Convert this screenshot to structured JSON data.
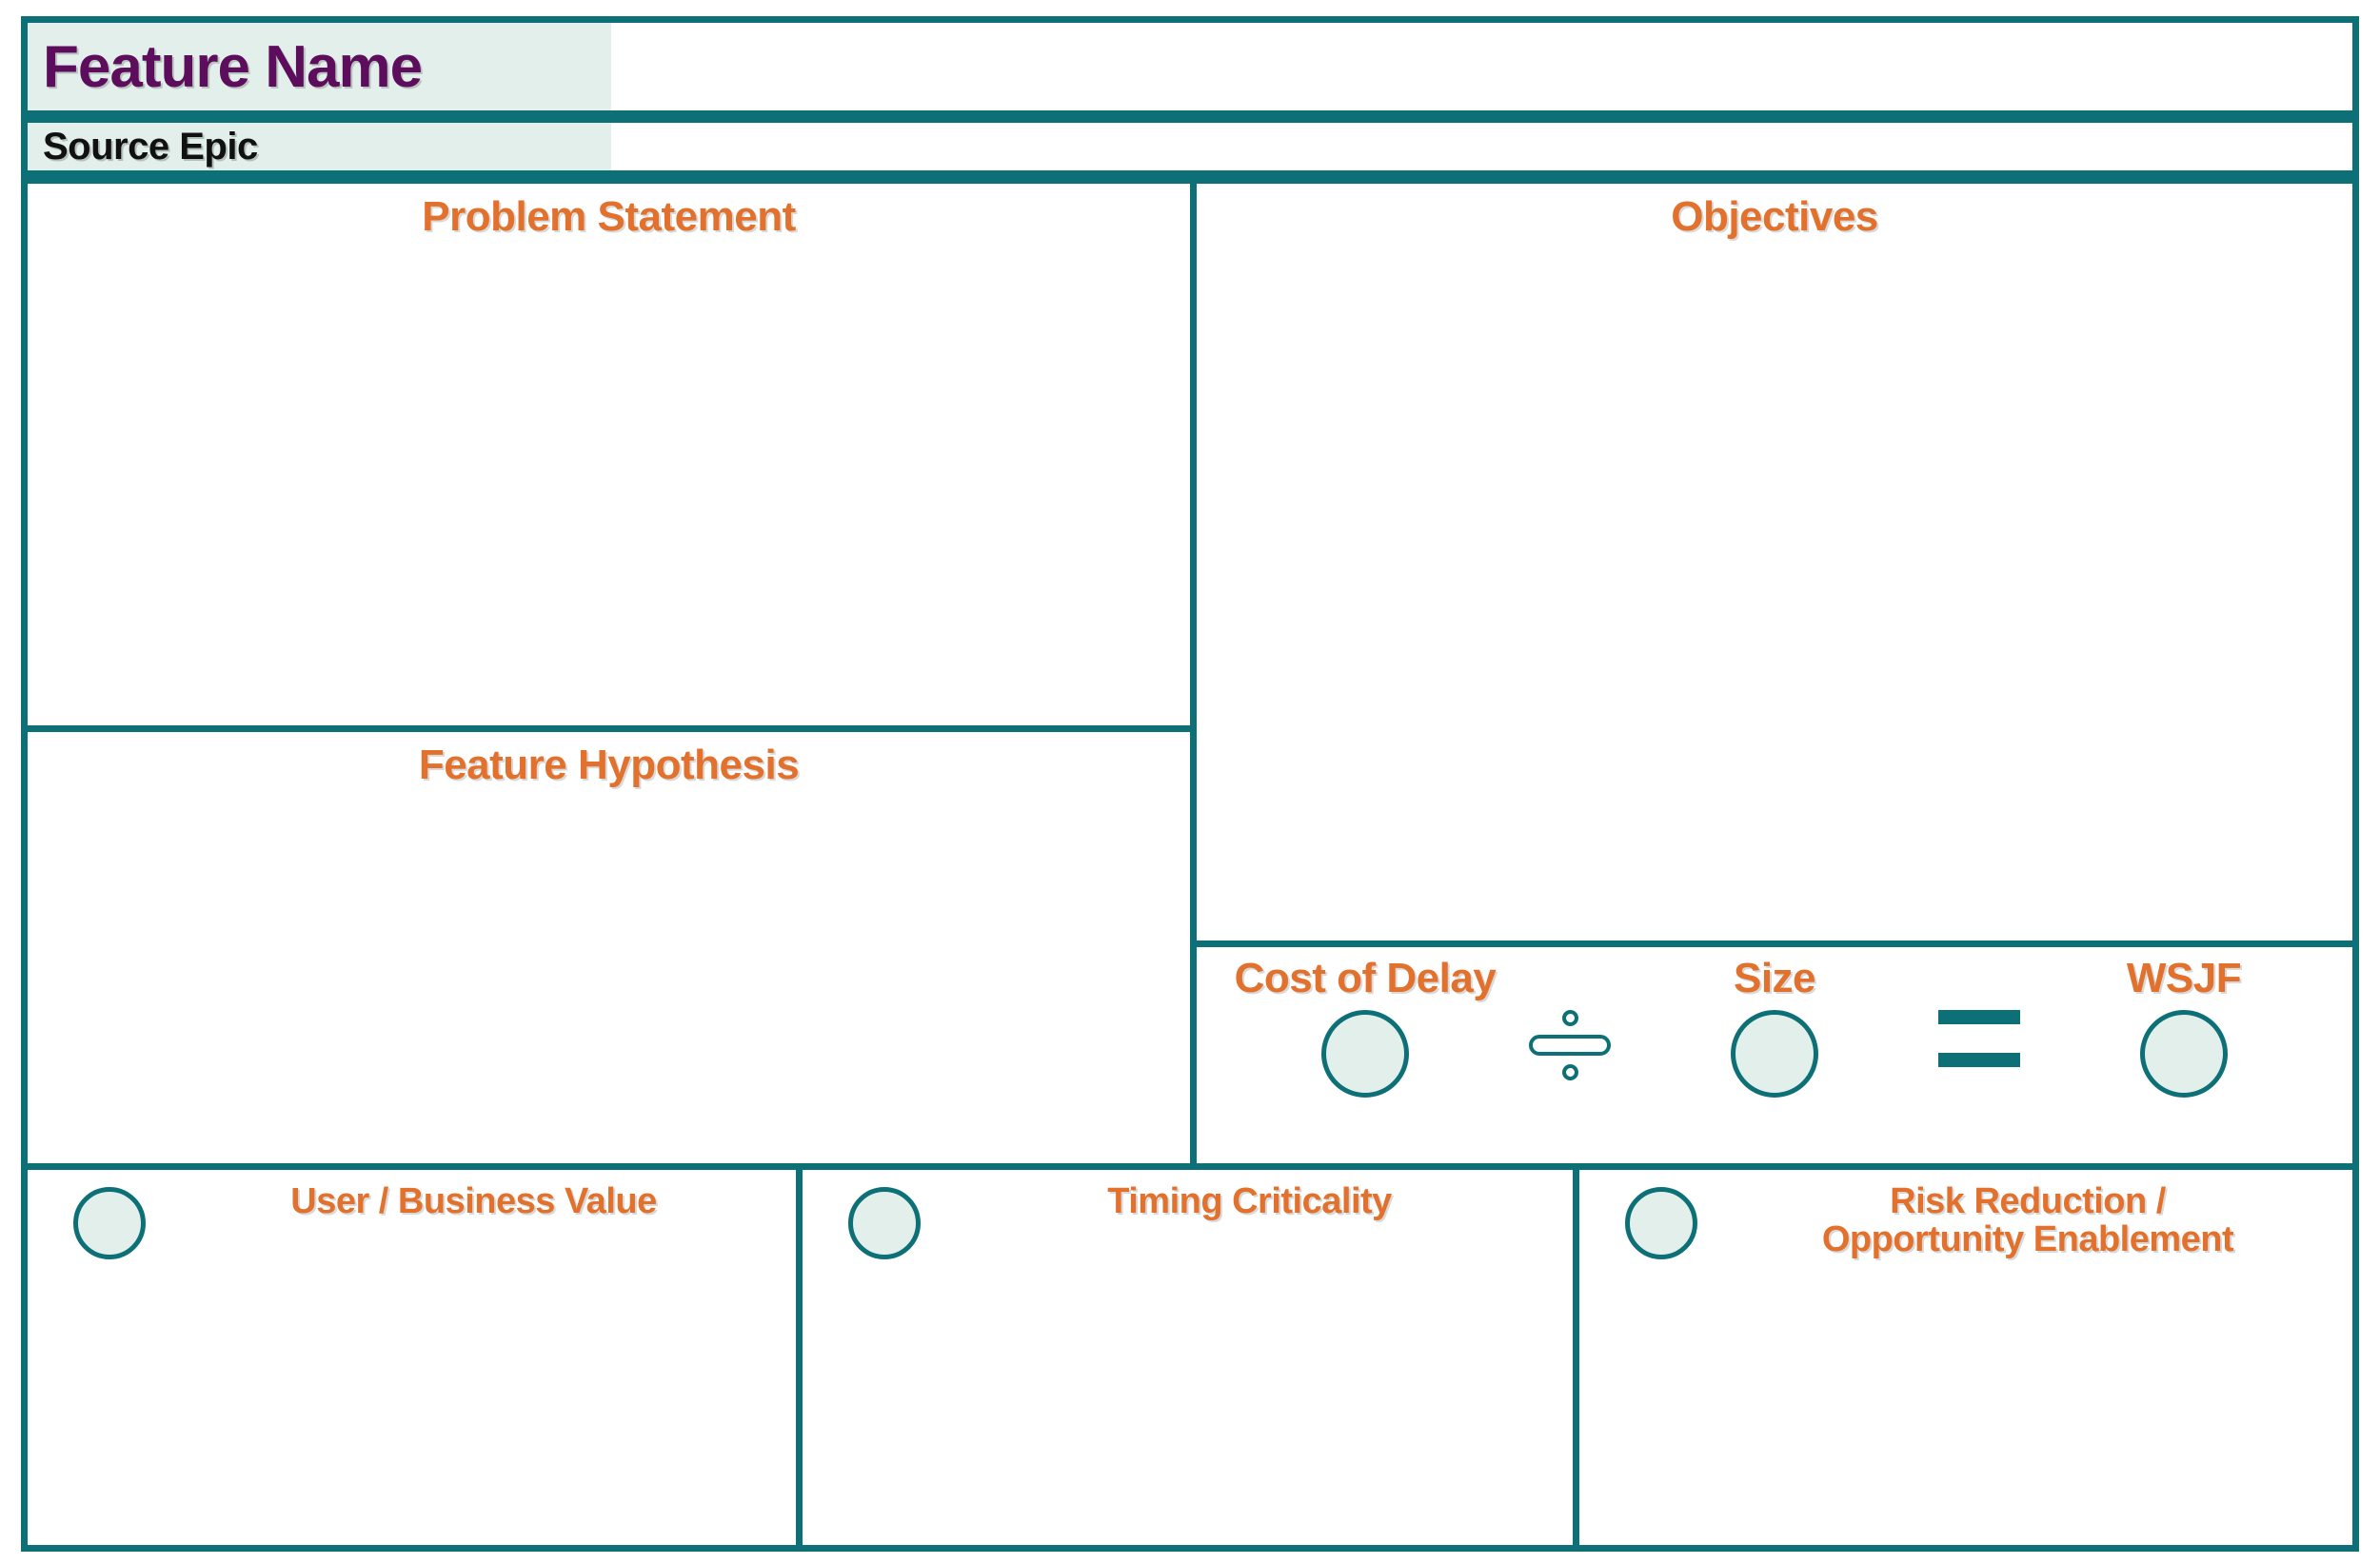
{
  "header": {
    "feature_name_label": "Feature Name",
    "source_epic_label": "Source Epic"
  },
  "sections": {
    "problem_statement": "Problem Statement",
    "feature_hypothesis": "Feature Hypothesis",
    "objectives": "Objectives"
  },
  "wsjf": {
    "cost_of_delay_label": "Cost of Delay",
    "size_label": "Size",
    "result_label": "WSJF",
    "divide_symbol": "divide-icon",
    "equals_symbol": "equals-icon"
  },
  "components": [
    {
      "label": "User / Business Value"
    },
    {
      "label": "Timing Criticality"
    },
    {
      "label": "Risk Reduction /\nOpportunity Enablement"
    },
    {
      "label_line1": "Risk Reduction /",
      "label_line2": "Opportunity Enablement"
    }
  ],
  "colors": {
    "border_teal": "#0d7077",
    "fill_mint": "#e3efea",
    "title_orange": "#e1712c",
    "feature_purple": "#5c0d5c",
    "epic_black": "#111111"
  }
}
